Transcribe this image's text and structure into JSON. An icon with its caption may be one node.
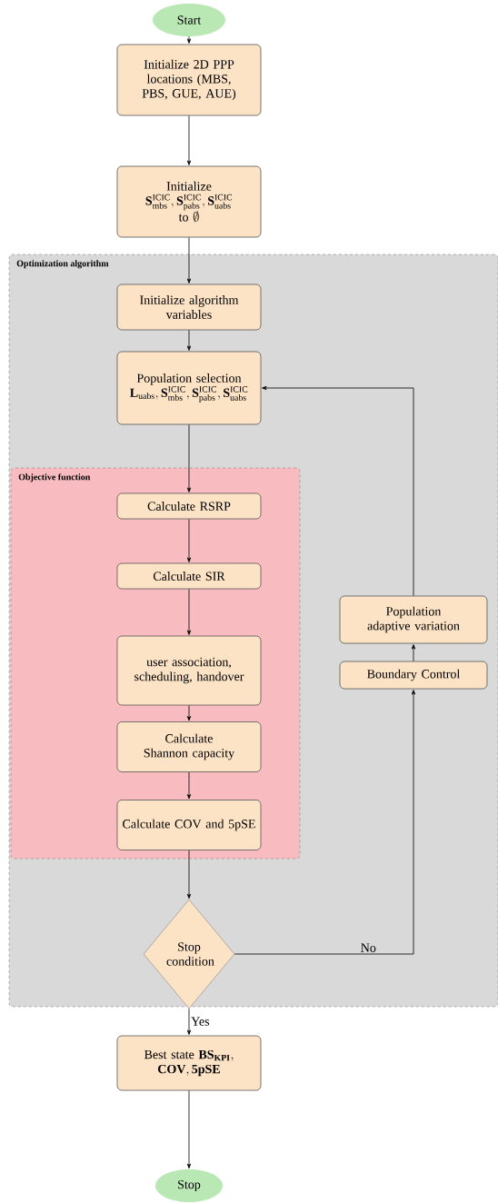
{
  "diagram": {
    "nodes": [
      {
        "text": [
          "Start"
        ]
      },
      {
        "text": [
          "Initialize 2D PPP locations (MBS, PBS, GUE, AUE)"
        ]
      },
      {
        "text": [
          "Initialize",
          "\\mathbf{S}^{\\mathrm{ICIC}}_{\\mathrm{mbs}},\\allowbreak\\mathbf{S}^{\\mathrm{ICIC}}_{\\mathrm{pabs}},\\allowbreak\\mathbf{S}^{\\mathrm{ICIC}}_{\\mathrm{uabs}}",
          "\\text{to }\\emptyset"
        ]
      },
      {
        "text": [
          "Optimization algorithm"
        ]
      },
      {
        "text": [
          "Initialize algorithm variables"
        ],
        "in": 3
      },
      {
        "text": [
          "Population selection",
          "\\mathbf{L}_{\\mathrm{uabs}},\\allowbreak\\mathbf{S}^{\\mathrm{ICIC}}_{\\mathrm{mbs}},\\allowbreak\\mathbf{S}^{\\mathrm{ICIC}}_{\\mathrm{pabs}},\\allowbreak\\mathbf{S}^{\\mathrm{ICIC}}_{\\mathrm{uabs}}"
        ],
        "in": 3
      },
      {
        "text": [
          "Objective function"
        ],
        "in": 3
      },
      {
        "text": [
          "Calculate RSRP"
        ],
        "in": 6
      },
      {
        "text": [
          "Calculate SIR"
        ],
        "in": 6
      },
      {
        "text": [
          "user association, scheduling, handover"
        ],
        "in": 6
      },
      {
        "text": [
          "Calculate Shannon capacity"
        ],
        "in": 6
      },
      {
        "text": [
          "Calculate COV and 5pSE"
        ],
        "in": 6
      },
      {
        "text": [
          "Stop condition"
        ],
        "in": 3
      },
      {
        "text": [
          "Population adaptive variation"
        ],
        "in": 3
      },
      {
        "text": [
          "Boundary Control"
        ],
        "in": 3
      },
      {
        "text": [
          "\\text{Best state }\\mathbf{BS}_{\\mathbf{KPI}},\\allowbreak\\mathbf{COV},\\allowbreak\\mathbf{5pSE}"
        ]
      },
      {
        "text": [
          "Stop"
        ]
      }
    ],
    "edges": [
      {
        "from": 0,
        "to": 1,
        "arrow": "to"
      },
      {
        "from": 1,
        "to": 2,
        "arrow": "to"
      },
      {
        "from": 2,
        "to": 4,
        "arrow": "to"
      },
      {
        "from": 4,
        "to": 5,
        "arrow": "to"
      },
      {
        "from": 5,
        "to": 7,
        "arrow": "to"
      },
      {
        "from": 7,
        "to": 8,
        "arrow": "to"
      },
      {
        "from": 8,
        "to": 9,
        "arrow": "to"
      },
      {
        "from": 9,
        "to": 10,
        "arrow": "to"
      },
      {
        "from": 10,
        "to": 11,
        "arrow": "to"
      },
      {
        "from": 11,
        "to": 12,
        "arrow": "to"
      },
      {
        "from": 12,
        "to": 14,
        "arrow": "to",
        "label": "No"
      },
      {
        "from": 14,
        "to": 13,
        "arrow": "to"
      },
      {
        "from": 13,
        "to": 5,
        "arrow": "to"
      },
      {
        "from": 12,
        "to": 15,
        "arrow": "to",
        "label": "Yes"
      },
      {
        "from": 15,
        "to": 16,
        "arrow": "to"
      }
    ]
  }
}
